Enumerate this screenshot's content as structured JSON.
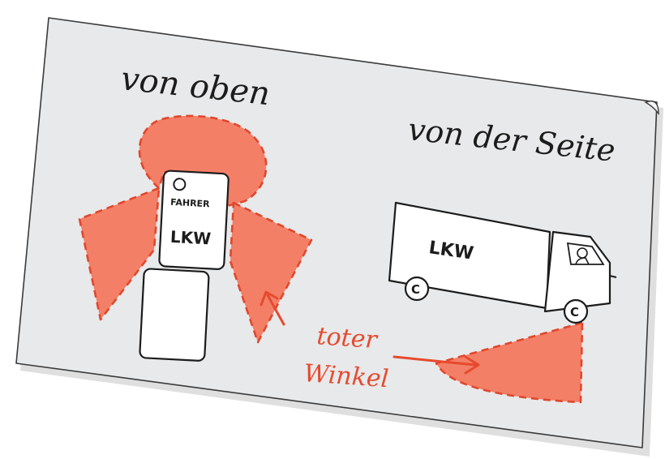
{
  "labels": {
    "top_view": "von oben",
    "side_view": "von der Seite",
    "driver": "FAHRER",
    "truck_top": "LKW",
    "truck_side": "LKW",
    "blind_spot_line1": "toter",
    "blind_spot_line2": "Winkel"
  },
  "colors": {
    "card": "#e8e9ea",
    "card_edge": "#3a3a3a",
    "blind_spot": "#f47f67",
    "blind_spot_dash": "#e0472c",
    "ink": "#1c1c1c",
    "annotation": "#e64a2e"
  }
}
